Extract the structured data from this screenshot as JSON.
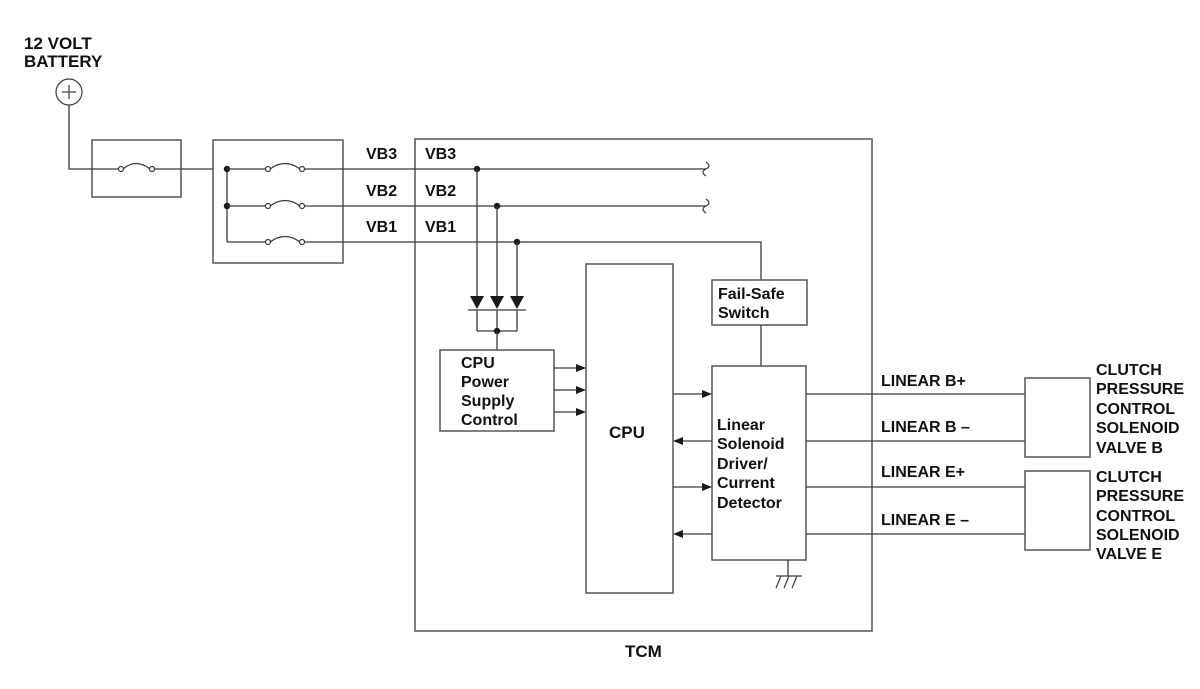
{
  "battery": {
    "label_line1": "12 VOLT",
    "label_line2": "BATTERY",
    "terminal_symbol": "+"
  },
  "power_lines": {
    "vb3_outer": "VB3",
    "vb3_inner": "VB3",
    "vb2_outer": "VB2",
    "vb2_inner": "VB2",
    "vb1_outer": "VB1",
    "vb1_inner": "VB1"
  },
  "fail_safe": {
    "line1": "Fail-Safe",
    "line2": "Switch"
  },
  "power_supply": {
    "line1": "CPU",
    "line2": "Power",
    "line3": "Supply",
    "line4": "Control"
  },
  "cpu": {
    "label": "CPU"
  },
  "driver": {
    "line1": "Linear",
    "line2": "Solenoid",
    "line3": "Driver/",
    "line4": "Current",
    "line5": "Detector"
  },
  "signals": {
    "linear_b_plus": "LINEAR B+",
    "linear_b_minus": "LINEAR B –",
    "linear_e_plus": "LINEAR E+",
    "linear_e_minus": "LINEAR E –"
  },
  "valve_b": {
    "line1": "CLUTCH",
    "line2": "PRESSURE",
    "line3": "CONTROL",
    "line4": "SOLENOID",
    "line5": "VALVE B"
  },
  "valve_e": {
    "line1": "CLUTCH",
    "line2": "PRESSURE",
    "line3": "CONTROL",
    "line4": "SOLENOID",
    "line5": "VALVE E"
  },
  "tcm": {
    "label": "TCM"
  }
}
